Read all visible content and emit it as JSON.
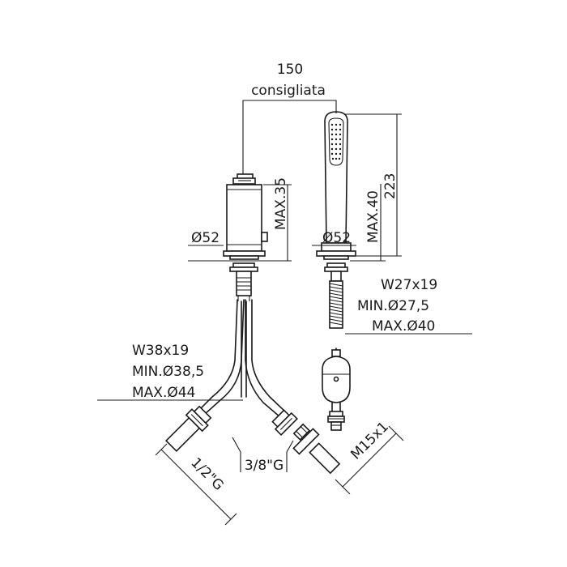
{
  "diagram": {
    "dim_spacing_value": "150",
    "dim_spacing_note": "consigliata",
    "dim_mixer_deck": "MAX.35",
    "dim_mixer_diameter": "Ø52",
    "dim_shower_deck": "MAX.40",
    "dim_shower_height": "223",
    "dim_shower_diameter": "Ø52",
    "shower_nut_size": "W27x19",
    "shower_hole_min": "MIN.Ø27,5",
    "shower_hole_max": "MAX.Ø40",
    "mixer_nut_size": "W38x19",
    "mixer_hole_min": "MIN.Ø38,5",
    "mixer_hole_max": "MAX.Ø44",
    "inlet_connection": "1/2\"G",
    "outlet_connection": "3/8\"G",
    "hose_connection": "M15x1"
  },
  "colors": {
    "line": "#1a1a1a",
    "background": "#ffffff"
  }
}
